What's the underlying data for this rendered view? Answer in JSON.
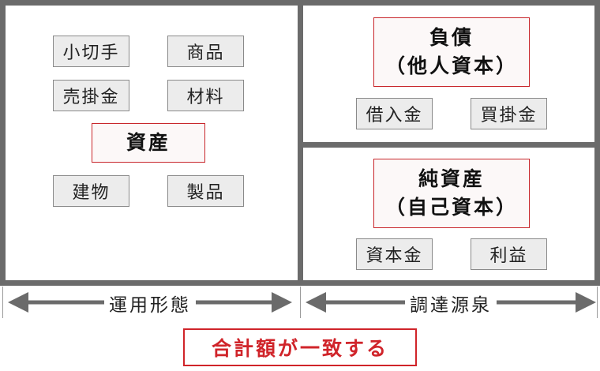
{
  "left": {
    "items": [
      "小切手",
      "商品",
      "売掛金",
      "材料",
      "建物",
      "製品"
    ],
    "heading": "資産"
  },
  "right_top": {
    "heading_line1": "負債",
    "heading_line2": "（他人資本）",
    "items": [
      "借入金",
      "買掛金"
    ]
  },
  "right_bottom": {
    "heading_line1": "純資産",
    "heading_line2": "（自己資本）",
    "items": [
      "資本金",
      "利益"
    ]
  },
  "arrows": {
    "left_label": "運用形態",
    "right_label": "調達源泉"
  },
  "conclusion": "合計額が一致する",
  "colors": {
    "frame": "#6b6b6b",
    "accent": "#d0242a",
    "item_fill": "#ececec"
  }
}
